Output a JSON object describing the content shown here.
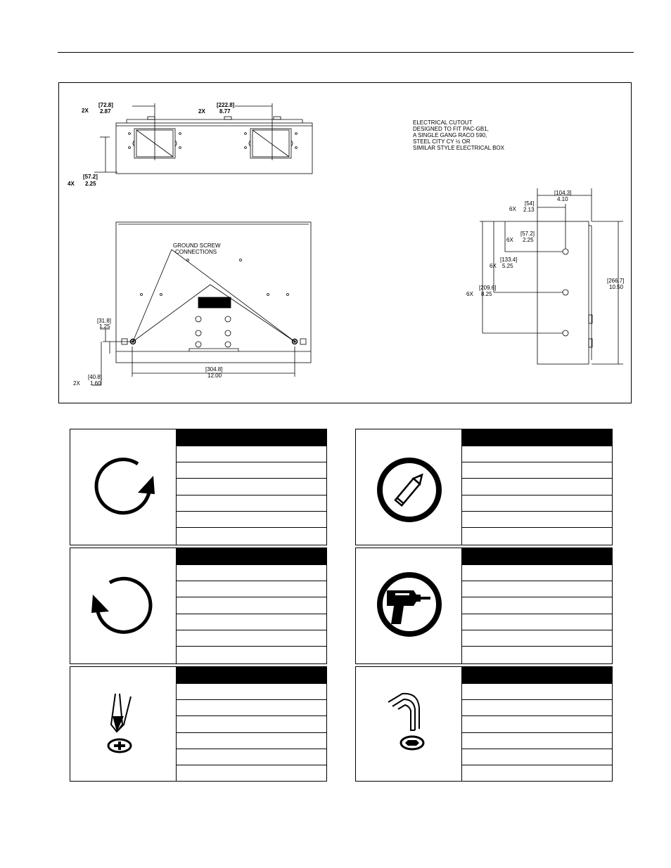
{
  "drawing": {
    "top_view": {
      "dim_left_count": "2X",
      "dim_left_mm": "[72.8]",
      "dim_left_in": "2.87",
      "dim_right_count": "2X",
      "dim_right_mm": "[222.8]",
      "dim_right_in": "8.77",
      "dim_height_count": "4X",
      "dim_height_mm": "[57.2]",
      "dim_height_in": "2.25"
    },
    "electrical_note": [
      "ELECTRICAL CUTOUT",
      "DESIGNED TO FIT PAC-GB1,",
      "A SINGLE GANG RACO 590,",
      "STEEL CITY CY ½ OR",
      "SIMILAR STYLE ELECTRICAL BOX"
    ],
    "front_view": {
      "ground_label_line1": "GROUND SCREW",
      "ground_label_line2": "CONNECTIONS",
      "dim_side_mm": "[31.8]",
      "dim_side_in": "1.25",
      "dim_width_mm": "[304.8]",
      "dim_width_in": "12.00",
      "dim_bottom_count": "2X",
      "dim_bottom_mm": "[40.8]",
      "dim_bottom_in": "1.60"
    },
    "side_view": {
      "dim_depth_mm": "[104.3]",
      "dim_depth_in": "4.10",
      "dim_hole_count": "6X",
      "dim_hole_mm": "[54]",
      "dim_hole_in": "2.13",
      "dim_a_count": "6X",
      "dim_a_mm": "[57.2]",
      "dim_a_in": "2.25",
      "dim_b_count": "6X",
      "dim_b_mm": "[133.4]",
      "dim_b_in": "5.25",
      "dim_c_count": "6X",
      "dim_c_mm": "[209.6]",
      "dim_c_in": "8.25",
      "dim_height_mm": "[266.7]",
      "dim_height_in": "10.50"
    }
  },
  "tool_boxes": [
    {
      "icon": "clockwise-rotation-icon",
      "header": "",
      "rows": [
        "",
        "",
        "",
        "",
        "",
        ""
      ]
    },
    {
      "icon": "pencil-circle-icon",
      "header": "",
      "rows": [
        "",
        "",
        "",
        "",
        "",
        ""
      ]
    },
    {
      "icon": "counterclockwise-rotation-icon",
      "header": "",
      "rows": [
        "",
        "",
        "",
        "",
        "",
        ""
      ]
    },
    {
      "icon": "drill-circle-icon",
      "header": "",
      "rows": [
        "",
        "",
        "",
        "",
        "",
        ""
      ]
    },
    {
      "icon": "phillips-screwdriver-icon",
      "header": "",
      "rows": [
        "",
        "",
        "",
        "",
        "",
        ""
      ]
    },
    {
      "icon": "hex-key-icon",
      "header": "",
      "rows": [
        "",
        "",
        "",
        "",
        "",
        ""
      ]
    }
  ]
}
